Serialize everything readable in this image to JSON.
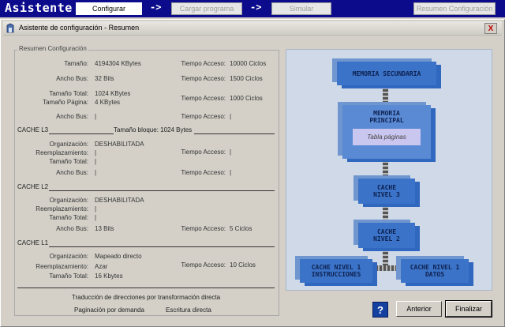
{
  "topbar": {
    "title": "Asistente",
    "steps": [
      "Configurar",
      "Cargar programa",
      "Simular",
      "Resumen Configuración"
    ],
    "arrow": "->"
  },
  "window": {
    "title": "Asistente de configuración - Resumen",
    "close": "X"
  },
  "summary": {
    "legend": "Resumen Configuración",
    "memoria": {
      "tamano_label": "Tamaño:",
      "tamano": "4194304 KBytes",
      "acceso1_label": "Tiempo Acceso:",
      "acceso1": "10000 Ciclos",
      "bus_label": "Ancho Bus:",
      "bus": "32 Bits",
      "acceso2_label": "Tiempo Acceso:",
      "acceso2": "1500 Ciclos",
      "total_label": "Tamaño Total:",
      "total": "1024 KBytes",
      "pagina_label": "Tamaño Página:",
      "pagina": "4 KBytes",
      "acceso3_label": "Tiempo Acceso:",
      "acceso3": "1000 Ciclos",
      "bus2_label": "Ancho Bus:",
      "bus2": "|",
      "acceso4_label": "Tiempo Acceso:",
      "acceso4": "|"
    },
    "l3": {
      "header": "CACHE L3",
      "bloque": "Tamaño bloque: 1024 Bytes",
      "org_label": "Organización:",
      "org": "DESHABILITADA",
      "reemp_label": "Reemplazamiento:",
      "reemp": "|",
      "acceso_label": "Tiempo Acceso:",
      "acceso": "|",
      "total_label": "Tamaño Total:",
      "total": "|",
      "bus_label": "Ancho Bus:",
      "bus": "|",
      "acceso2_label": "Tiempo Acceso:",
      "acceso2": "|"
    },
    "l2": {
      "header": "CACHE L2",
      "org_label": "Organización:",
      "org": "DESHABILITADA",
      "reemp_label": "Reemplazamiento:",
      "reemp": "|",
      "total_label": "Tamaño Total:",
      "total": "|",
      "bus_label": "Ancho Bus:",
      "bus": "13 Bits",
      "acceso_label": "Tiempo Acceso:",
      "acceso": "5 Ciclos"
    },
    "l1": {
      "header": "CACHE L1",
      "org_label": "Organización:",
      "org": "Mapeado directo",
      "reemp_label": "Reemplazamiento:",
      "reemp": "Azar",
      "acceso_label": "Tiempo Acceso:",
      "acceso": "10 Ciclos",
      "total_label": "Tamaño Total:",
      "total": "16 Kbytes"
    },
    "traduccion": "Traducción de direcciones por transformación directa",
    "paginacion": "Paginación por demanda",
    "escritura": "Escritura directa"
  },
  "diagram": {
    "secundaria": "MEMORIA SECUNDARIA",
    "principal_1": "MEMORIA",
    "principal_2": "PRINCIPAL",
    "tabla": "Tabla páginas",
    "l3_1": "CACHE",
    "l3_2": "NIVEL 3",
    "l2_1": "CACHE",
    "l2_2": "NIVEL 2",
    "l1i_1": "CACHE NIVEL 1",
    "l1i_2": "INSTRUCCIONES",
    "l1d_1": "CACHE NIVEL 1",
    "l1d_2": "DATOS"
  },
  "buttons": {
    "help": "?",
    "anterior": "Anterior",
    "finalizar": "Finalizar"
  }
}
